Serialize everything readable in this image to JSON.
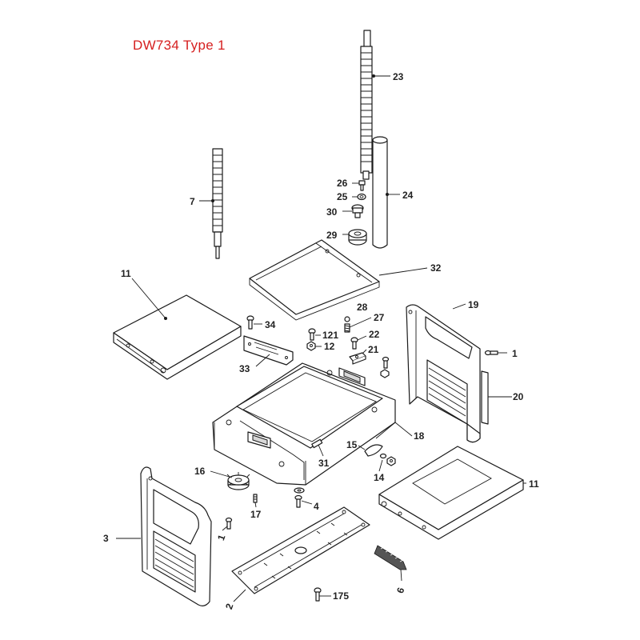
{
  "title": "DW734 Type 1",
  "title_color": "#d62020",
  "labels": {
    "p23": "23",
    "p24": "24",
    "p26": "26",
    "p25": "25",
    "p30": "30",
    "p29": "29",
    "p7": "7",
    "p32": "32",
    "p11a": "11",
    "p28": "28",
    "p27": "27",
    "p19": "19",
    "p34": "34",
    "p121": "121",
    "p22": "22",
    "p12": "12",
    "p21": "21",
    "p1a": "1",
    "p33": "33",
    "p20": "20",
    "p18": "18",
    "p15": "15",
    "p31": "31",
    "p16": "16",
    "p14": "14",
    "p11b": "11",
    "p4": "4",
    "p17": "17",
    "p3": "3",
    "p1b": "1",
    "p6": "6",
    "p175": "175",
    "p2": "2"
  }
}
